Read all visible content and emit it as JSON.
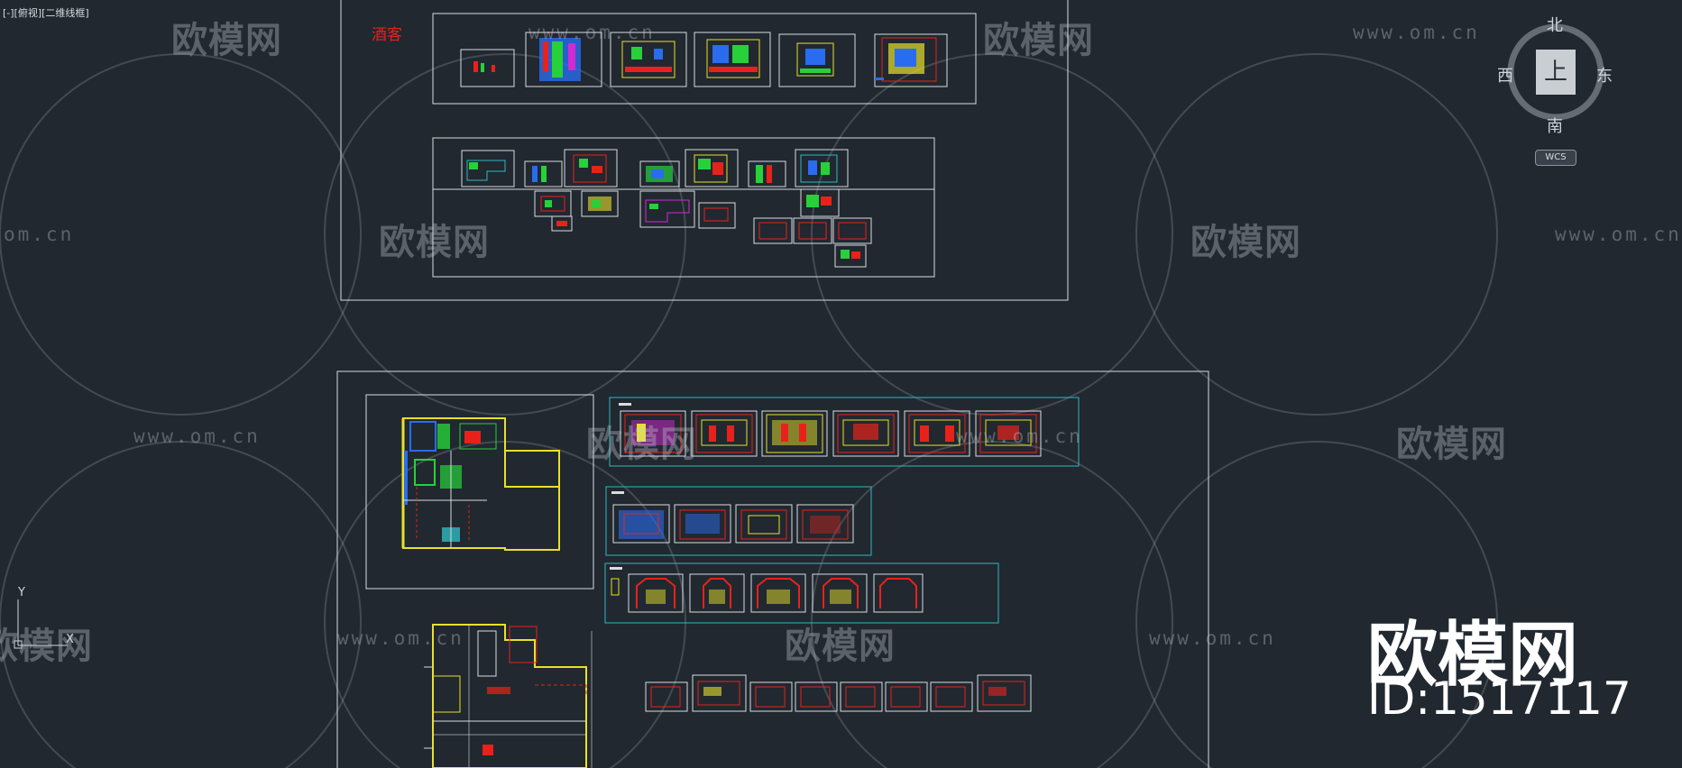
{
  "viewport": {
    "label": "[-][俯视][二维线框]"
  },
  "watermark": {
    "logo_text": "欧模网",
    "url_text": "www.om.cn",
    "url_partial": "om.cn",
    "big_text": "欧模网",
    "id_text": "ID:1517117"
  },
  "drawing": {
    "section_label": "酒客"
  },
  "viewcube": {
    "north": "北",
    "south": "南",
    "east": "东",
    "west": "西",
    "top_face": "上",
    "wcs_label": "WCS"
  },
  "ucs": {
    "y_label": "Y",
    "x_label": "X"
  },
  "colors": {
    "background": "#212830",
    "frame": "#d9dde1",
    "cyan_frame": "#2fb8c0",
    "red": "#e8221a",
    "yellow": "#e8e02a",
    "green": "#27d13a",
    "blue": "#2a6cf0",
    "magenta": "#d22ad2"
  }
}
